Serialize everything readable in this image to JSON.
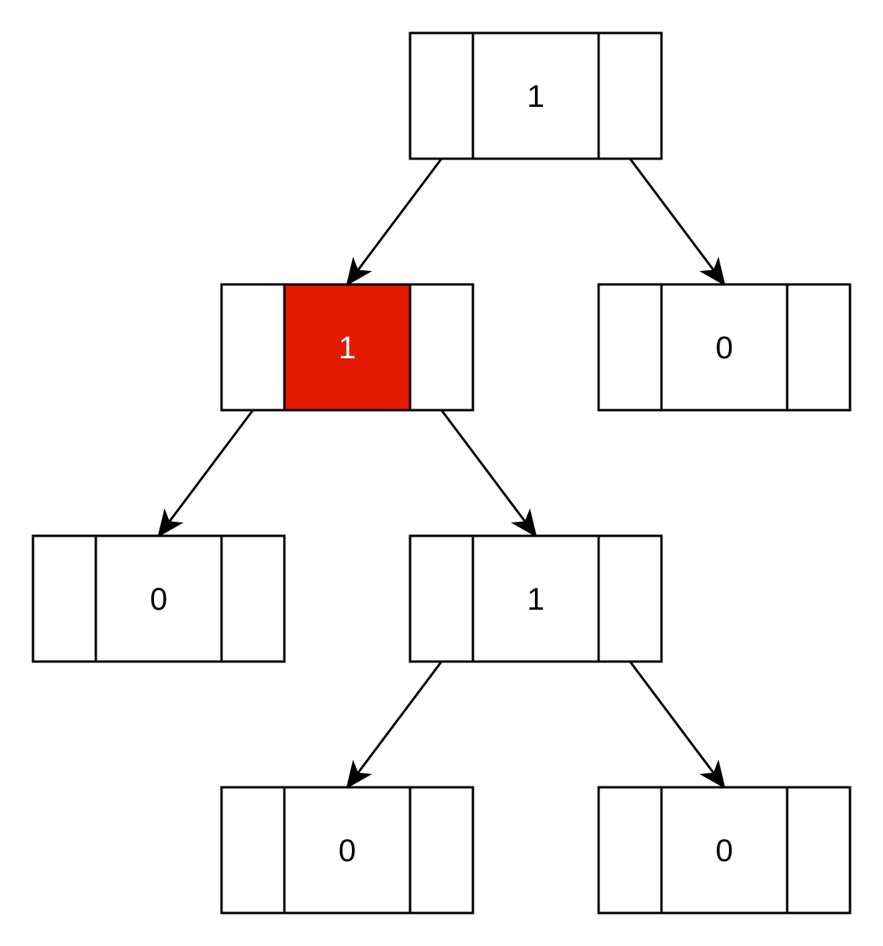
{
  "diagram": {
    "highlight_color": "#e31a00",
    "line_color": "#000000",
    "nodes": [
      {
        "id": "root",
        "value": "1",
        "highlighted": false
      },
      {
        "id": "left-child",
        "value": "1",
        "highlighted": true
      },
      {
        "id": "right-child",
        "value": "0",
        "highlighted": false
      },
      {
        "id": "left-left",
        "value": "0",
        "highlighted": false
      },
      {
        "id": "left-right",
        "value": "1",
        "highlighted": false
      },
      {
        "id": "left-right-left",
        "value": "0",
        "highlighted": false
      },
      {
        "id": "left-right-right",
        "value": "0",
        "highlighted": false
      }
    ],
    "edges": [
      {
        "from": "root",
        "to": "left-child"
      },
      {
        "from": "root",
        "to": "right-child"
      },
      {
        "from": "left-child",
        "to": "left-left"
      },
      {
        "from": "left-child",
        "to": "left-right"
      },
      {
        "from": "left-right",
        "to": "left-right-left"
      },
      {
        "from": "left-right",
        "to": "left-right-right"
      }
    ]
  }
}
